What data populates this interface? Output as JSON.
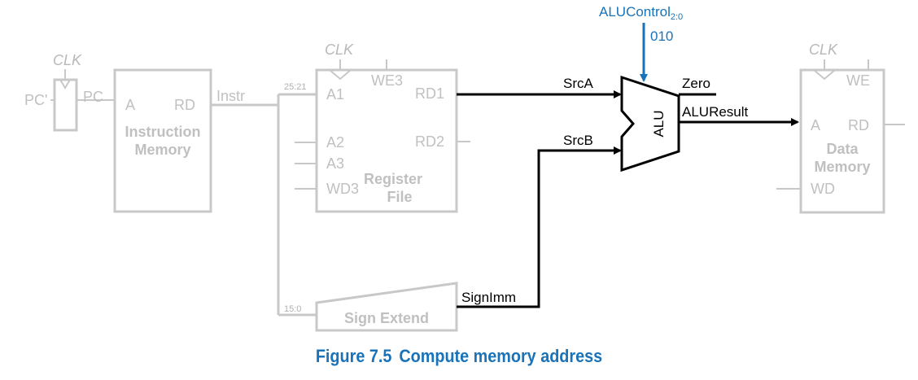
{
  "labels": {
    "pc_prime": "PC'",
    "pc": "PC",
    "clk": "CLK",
    "imem_a": "A",
    "imem_rd": "RD",
    "imem_title_1": "Instruction",
    "imem_title_2": "Memory",
    "instr": "Instr",
    "bits_25_21": "25:21",
    "bits_15_0": "15:0",
    "rf_a1": "A1",
    "rf_a2": "A2",
    "rf_a3": "A3",
    "rf_wd3": "WD3",
    "rf_we3": "WE3",
    "rf_rd1": "RD1",
    "rf_rd2": "RD2",
    "rf_title_1": "Register",
    "rf_title_2": "File",
    "sign_extend": "Sign Extend",
    "signimm": "SignImm",
    "srca": "SrcA",
    "srcb": "SrcB",
    "alu": "ALU",
    "zero": "Zero",
    "aluresult": "ALUResult",
    "alucontrol": "ALUControl",
    "alucontrol_sub": "2:0",
    "alucontrol_val": "010",
    "dm_we": "WE",
    "dm_a": "A",
    "dm_rd": "RD",
    "dm_wd": "WD",
    "dm_title_1": "Data",
    "dm_title_2": "Memory"
  },
  "caption": {
    "number": "Figure 7.5",
    "text": "Compute memory address"
  },
  "colors": {
    "highlight": "#000000",
    "inactive": "#c8c8c8",
    "control": "#1a73b8"
  }
}
